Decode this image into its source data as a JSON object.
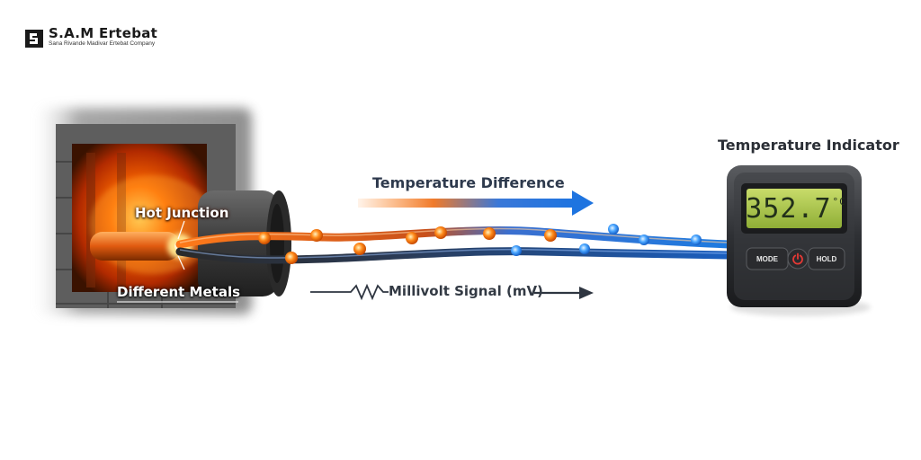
{
  "brand": {
    "name": "S.A.M Ertebat",
    "tagline": "Sana Rivande Madivar Ertebat Company"
  },
  "labels": {
    "temperature_difference": "Temperature Difference",
    "temperature_indicator": "Temperature Indicator",
    "hot_junction": "Hot Junction",
    "different_metals": "Different Metals",
    "millivolt_signal": "Millivolt Signal (mV)"
  },
  "indicator": {
    "value": "352.7",
    "unit": "°C",
    "mode_label": "MODE",
    "hold_label": "HOLD",
    "power_icon": "power-icon"
  },
  "colors": {
    "hot": "#ff6a00",
    "cold": "#1e7be0",
    "display": "#a8c24a"
  }
}
